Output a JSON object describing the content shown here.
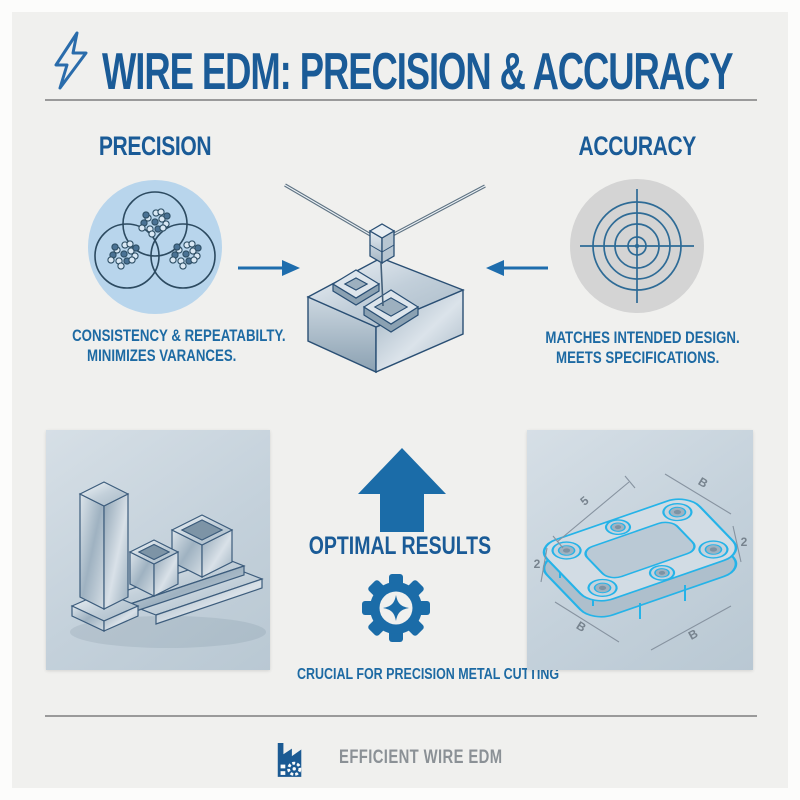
{
  "header": {
    "title": "WIRE EDM: PRECISION & ACCURACY"
  },
  "sections": {
    "precision": {
      "heading": "PRECISION",
      "caption": [
        "CONSISTENCY & REPEATABILTY.",
        "MINIMIZES VARANCES."
      ]
    },
    "accuracy": {
      "heading": "ACCURACY",
      "caption": [
        "MATCHES INTENDED DESIGN.",
        "MEETS SPECIFICATIONS."
      ]
    },
    "results": {
      "heading": "OPTIMAL RESULTS",
      "caption": "CRUCIAL FOR PRECISION METAL CUTTING"
    }
  },
  "blueprint": {
    "dim_labels": [
      "5",
      "B",
      "2",
      "2",
      "B",
      "B"
    ]
  },
  "footer": {
    "brand": "EFFICIENT WIRE EDM"
  },
  "colors": {
    "primary_blue": "#1a5b97",
    "caption_blue": "#1d6aa3",
    "arrow_blue": "#1e6dad",
    "precision_fill": "#b8d5ec",
    "target_fill": "#d4d4d4",
    "panel_background": "#c9d4dd",
    "blueprint_cyan": "#25b3e8",
    "page_background": "#f0f0ee",
    "footer_text": "#8b9196",
    "divider_gray": "#9a9a9a"
  }
}
